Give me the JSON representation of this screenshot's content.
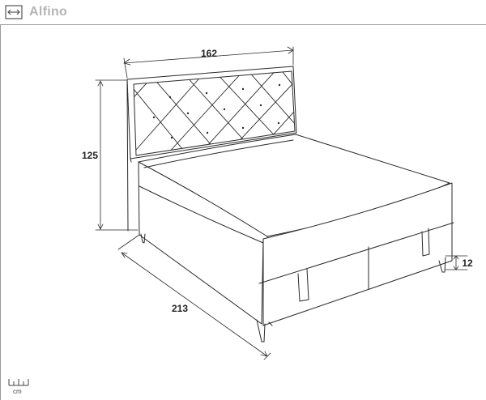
{
  "header": {
    "title": "Alfino",
    "icon": "width-arrows-icon"
  },
  "dimensions": {
    "width": "162",
    "height": "125",
    "length": "213",
    "leg_height": "12"
  },
  "unit_scale": {
    "icon": "ruler-icon",
    "label": "cm"
  },
  "colors": {
    "line": "#2a2a2a",
    "frame": "#9a9a9a",
    "title": "#b5b5b5"
  }
}
